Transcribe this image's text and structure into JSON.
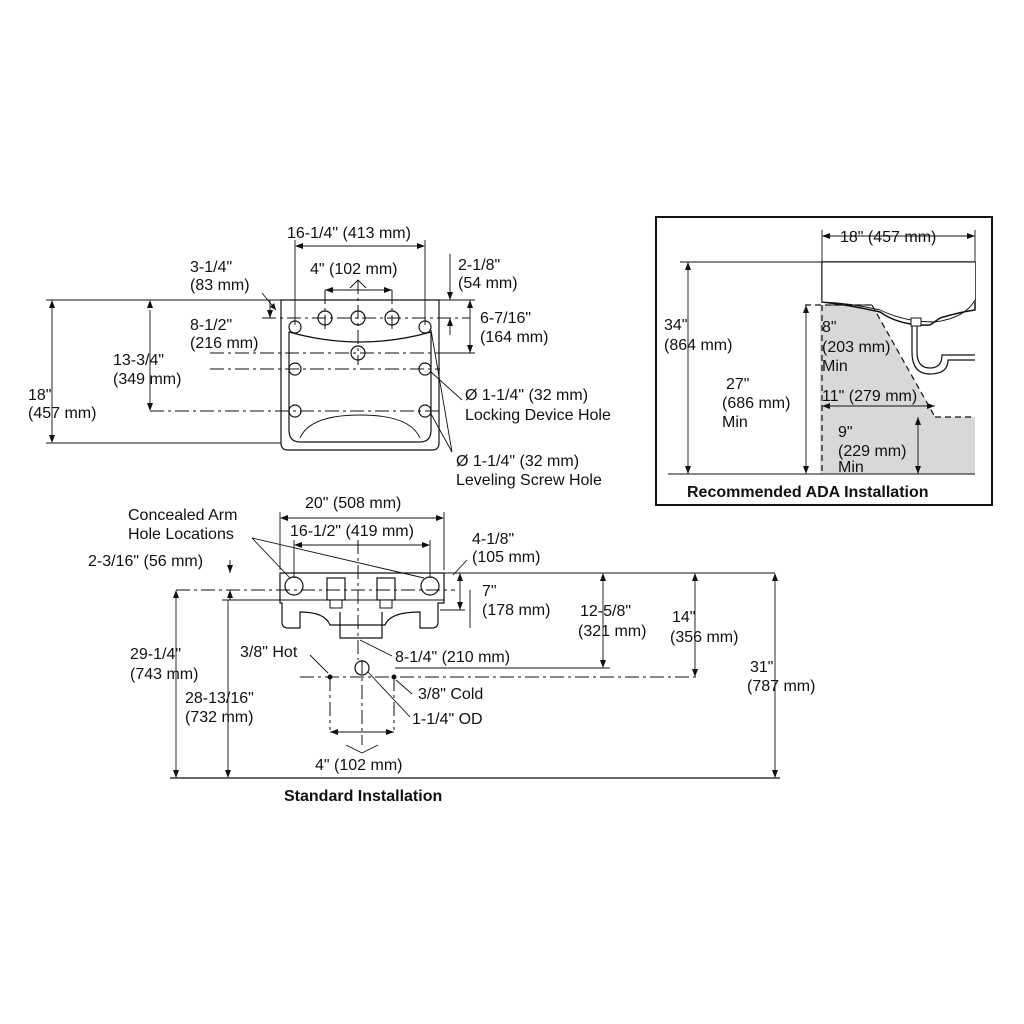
{
  "top_view": {
    "dim_overall_width": "16-1/4\" (413 mm)",
    "dim_faucet_spacing": "4\" (102 mm)",
    "dim_left_edge_a": "3-1/4\"",
    "dim_left_edge_b": "(83 mm)",
    "dim_right_edge_a": "2-1/8\"",
    "dim_right_edge_b": "(54 mm)",
    "dim_8_5_a": "8-1/2\"",
    "dim_8_5_b": "(216 mm)",
    "dim_6_7_a": "6-7/16\"",
    "dim_6_7_b": "(164 mm)",
    "dim_13_3_a": "13-3/4\"",
    "dim_13_3_b": "(349 mm)",
    "dim_18_a": "18\"",
    "dim_18_b": "(457 mm)",
    "locking_a": "Ø 1-1/4\" (32 mm)",
    "locking_b": "Locking Device Hole",
    "leveling_a": "Ø 1-1/4\" (32 mm)",
    "leveling_b": "Leveling Screw Hole"
  },
  "ada": {
    "title": "Recommended ADA Installation",
    "dim_18": "18\" (457 mm)",
    "dim_34_a": "34\"",
    "dim_34_b": "(864 mm)",
    "dim_27_a": "27\"",
    "dim_27_b": "(686 mm)",
    "dim_27_c": "Min",
    "dim_8_a": "8\"",
    "dim_8_b": "(203 mm)",
    "dim_8_c": "Min",
    "dim_11": "11\" (279 mm)",
    "dim_9_a": "9\"",
    "dim_9_b": "(229 mm)",
    "dim_9_c": "Min"
  },
  "standard": {
    "title": "Standard Installation",
    "concealed_a": "Concealed Arm",
    "concealed_b": "Hole Locations",
    "dim_20": "20\" (508 mm)",
    "dim_16_5": "16-1/2\" (419 mm)",
    "dim_2_3": "2-3/16\" (56 mm)",
    "dim_4_1_a": "4-1/8\"",
    "dim_4_1_b": "(105 mm)",
    "dim_7_a": "7\"",
    "dim_7_b": "(178 mm)",
    "dim_12_5_a": "12-5/8\"",
    "dim_12_5_b": "(321 mm)",
    "dim_14_a": "14\"",
    "dim_14_b": "(356 mm)",
    "dim_31_a": "31\"",
    "dim_31_b": "(787 mm)",
    "dim_29_a": "29-1/4\"",
    "dim_29_b": "(743 mm)",
    "dim_28_a": "28-13/16\"",
    "dim_28_b": "(732 mm)",
    "hot": "3/8\" Hot",
    "dim_8_1": "8-1/4\" (210 mm)",
    "cold": "3/8\" Cold",
    "od": "1-1/4\" OD",
    "dim_4": "4\" (102 mm)"
  }
}
